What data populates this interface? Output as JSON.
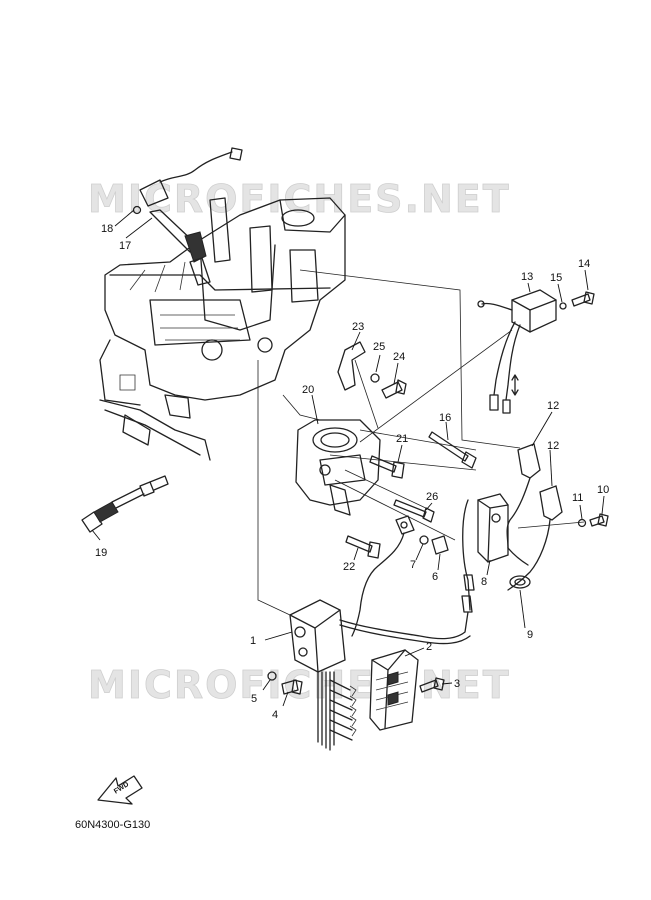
{
  "watermark": "MICROFICHES.NET",
  "drawing_code": "60N4300-G130",
  "fwd_label": "FWD",
  "callouts": [
    {
      "id": "1",
      "label": "1"
    },
    {
      "id": "2",
      "label": "2"
    },
    {
      "id": "3",
      "label": "3"
    },
    {
      "id": "4",
      "label": "4"
    },
    {
      "id": "5",
      "label": "5"
    },
    {
      "id": "6",
      "label": "6"
    },
    {
      "id": "7",
      "label": "7"
    },
    {
      "id": "8",
      "label": "8"
    },
    {
      "id": "9",
      "label": "9"
    },
    {
      "id": "10",
      "label": "10"
    },
    {
      "id": "11",
      "label": "11"
    },
    {
      "id": "12a",
      "label": "12"
    },
    {
      "id": "12b",
      "label": "12"
    },
    {
      "id": "13",
      "label": "13"
    },
    {
      "id": "14",
      "label": "14"
    },
    {
      "id": "15",
      "label": "15"
    },
    {
      "id": "16",
      "label": "16"
    },
    {
      "id": "17",
      "label": "17"
    },
    {
      "id": "18",
      "label": "18"
    },
    {
      "id": "19",
      "label": "19"
    },
    {
      "id": "20",
      "label": "20"
    },
    {
      "id": "21",
      "label": "21"
    },
    {
      "id": "22",
      "label": "22"
    },
    {
      "id": "23",
      "label": "23"
    },
    {
      "id": "24",
      "label": "24"
    },
    {
      "id": "25",
      "label": "25"
    },
    {
      "id": "26",
      "label": "26"
    }
  ]
}
